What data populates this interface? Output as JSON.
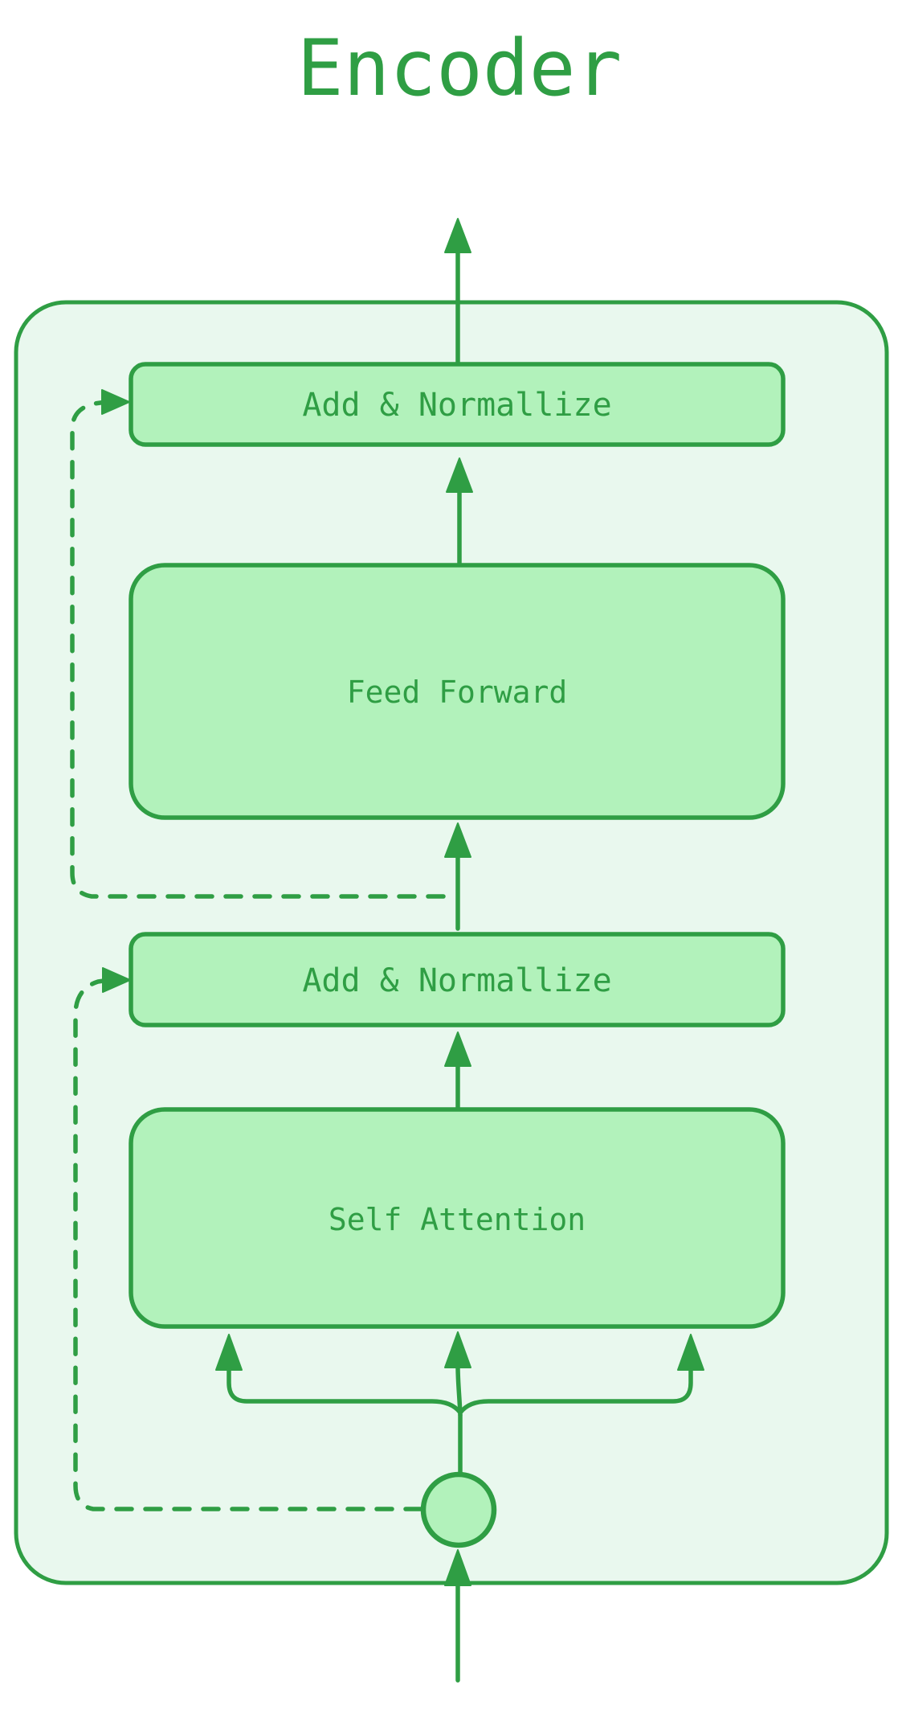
{
  "title": "Encoder",
  "nodes": {
    "add_norm_top": {
      "label": "Add & Normallize"
    },
    "feed_forward": {
      "label": "Feed Forward"
    },
    "add_norm_bottom": {
      "label": "Add & Normallize"
    },
    "self_attention": {
      "label": "Self Attention"
    },
    "input_junction": {
      "label": ""
    }
  },
  "edges": [
    {
      "from": "input-below-container",
      "to": "input-junction",
      "style": "solid-arrow-up"
    },
    {
      "from": "input-junction",
      "to": "self-attention",
      "style": "solid-trunk-splitting-into-three-arrows"
    },
    {
      "from": "self-attention",
      "to": "add-norm-bottom",
      "style": "solid-arrow-up"
    },
    {
      "from": "add-norm-bottom",
      "to": "feed-forward",
      "style": "solid-arrow-up"
    },
    {
      "from": "feed-forward",
      "to": "add-norm-top",
      "style": "solid-arrow-up"
    },
    {
      "from": "add-norm-top",
      "to": "output-above-container",
      "style": "solid-arrow-up"
    },
    {
      "from": "input-junction",
      "to": "add-norm-bottom",
      "style": "dashed-residual-left"
    },
    {
      "from": "pre-feed-forward",
      "to": "add-norm-top",
      "style": "dashed-residual-left"
    }
  ],
  "colors": {
    "stroke": "#2f9e44",
    "node_fill": "#b2f2bb",
    "container_fill": "#e9f8ee",
    "background": "#ffffff",
    "text": "#2f9e44"
  }
}
